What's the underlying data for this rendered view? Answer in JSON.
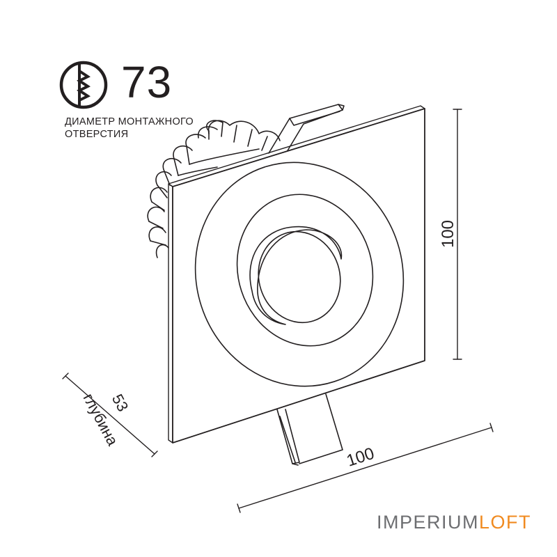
{
  "cutout": {
    "icon": "drill-hole-icon",
    "value": "73",
    "caption_line1": "ДИАМЕТР МОНТАЖНОГО",
    "caption_line2": "ОТВЕРСТИЯ"
  },
  "dimensions": {
    "height": "100",
    "width": "100",
    "depth": "53",
    "depth_label": "глубина"
  },
  "brand": {
    "part1": "IMPERIUM",
    "part2": "LOFT",
    "part1_color": "#6d6e71",
    "part2_color": "#f08a1f"
  }
}
